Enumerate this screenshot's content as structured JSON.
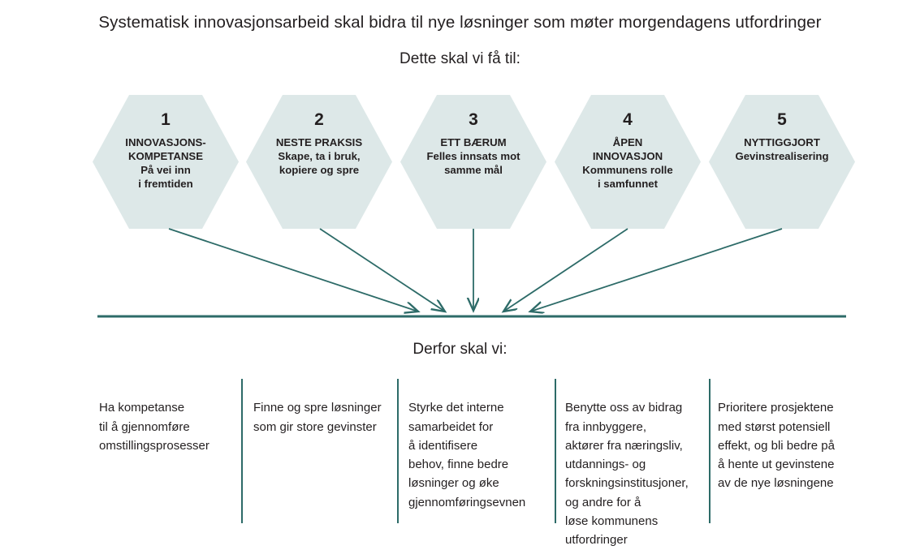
{
  "colors": {
    "teal": "#2d6b68",
    "hex_fill": "#dde8e8",
    "text": "#231f20",
    "background": "#ffffff"
  },
  "headings": {
    "main_title": "Systematisk innovasjonsarbeid skal bidra til nye løsninger som møter morgendagens utfordringer",
    "sub_title": "Dette skal vi få til:",
    "derfor_title": "Derfor skal vi:"
  },
  "hexagons": [
    {
      "number": "1",
      "heading": "INNOVASJONS-\nKOMPETANSE",
      "description": "På vei inn\ni fremtiden"
    },
    {
      "number": "2",
      "heading": "NESTE PRAKSIS",
      "description": "Skape, ta i bruk,\nkopiere og spre"
    },
    {
      "number": "3",
      "heading": "ETT BÆRUM",
      "description": "Felles innsats mot\nsamme mål"
    },
    {
      "number": "4",
      "heading": "ÅPEN\nINNOVASJON",
      "description": "Kommunens rolle\ni samfunnet"
    },
    {
      "number": "5",
      "heading": "NYTTIGGJORT",
      "description": "Gevinstrealisering"
    }
  ],
  "columns": [
    {
      "text": "Ha kompetanse\ntil å gjennomføre\nomstillingsprosesser"
    },
    {
      "text": "Finne og spre løsninger\nsom gir store gevinster"
    },
    {
      "text": "Styrke det interne\nsamarbeidet for\nå  identifisere\nbehov, finne bedre\nløsninger og øke\ngjennomføringsevnen"
    },
    {
      "text": "Benytte oss av bidrag\nfra innbyggere,\naktører fra næringsliv,\nutdannings- og\nforskningsinstitusjoner,\nog andre for å\nløse kommunens\nutfordringer"
    },
    {
      "text": "Prioritere prosjektene\nmed størst potensiell\neffekt, og bli bedre på\nå hente ut gevinstene\nav de nye løsningene"
    }
  ]
}
